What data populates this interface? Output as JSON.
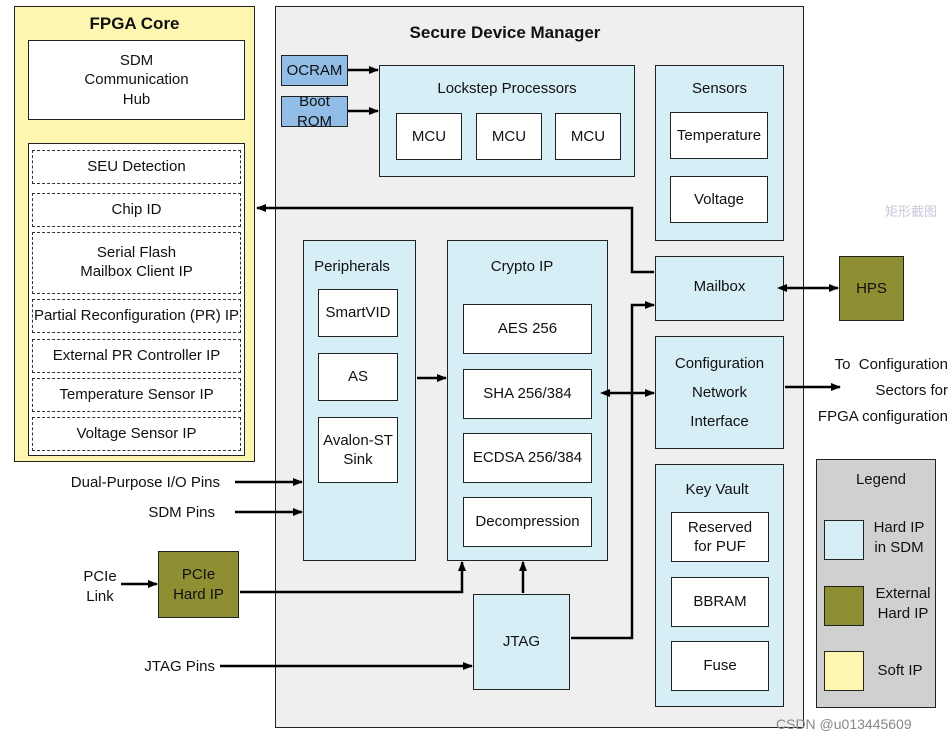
{
  "fpga": {
    "title": "FPGA Core",
    "hub": "SDM\nCommunication\nHub",
    "items": [
      "SEU Detection",
      "Chip ID",
      "Serial Flash\nMailbox Client IP",
      "Partial Reconfiguration (PR) IP",
      "External PR Controller IP",
      "Temperature Sensor IP",
      "Voltage Sensor IP"
    ]
  },
  "sdm": {
    "title": "Secure Device Manager",
    "ocram": "OCRAM",
    "bootrom": "Boot ROM",
    "lockstep": {
      "title": "Lockstep Processors",
      "mcus": [
        "MCU",
        "MCU",
        "MCU"
      ]
    },
    "sensors": {
      "title": "Sensors",
      "items": [
        "Temperature",
        "Voltage"
      ]
    },
    "peripherals": {
      "title": "Peripherals",
      "items": [
        "SmartVID",
        "AS",
        "Avalon-ST\nSink"
      ]
    },
    "crypto": {
      "title": "Crypto IP",
      "items": [
        "AES 256",
        "SHA 256/384",
        "ECDSA 256/384",
        "Decompression"
      ]
    },
    "mailbox": "Mailbox",
    "config": "Configuration\nNetwork\nInterface",
    "keyvault": {
      "title": "Key Vault",
      "items": [
        "Reserved\nfor PUF",
        "BBRAM",
        "Fuse"
      ]
    },
    "jtag": "JTAG"
  },
  "external": {
    "hps": "HPS",
    "to_config": "To  Configuration\nSectors for\nFPGA configuration",
    "dual_pins": "Dual-Purpose I/O Pins",
    "sdm_pins": "SDM Pins",
    "pcie_link": "PCIe\nLink",
    "pcie_hard": "PCIe\nHard IP",
    "jtag_pins": "JTAG Pins"
  },
  "legend": {
    "title": "Legend",
    "items": [
      {
        "label": "Hard IP\nin SDM",
        "color": "#d6eef6"
      },
      {
        "label": "External\nHard IP",
        "color": "#8e8f32"
      },
      {
        "label": "Soft IP",
        "color": "#fdf6b0"
      }
    ]
  },
  "watermark": {
    "top": "矩形截图",
    "bottom": "CSDN @u013445609"
  }
}
